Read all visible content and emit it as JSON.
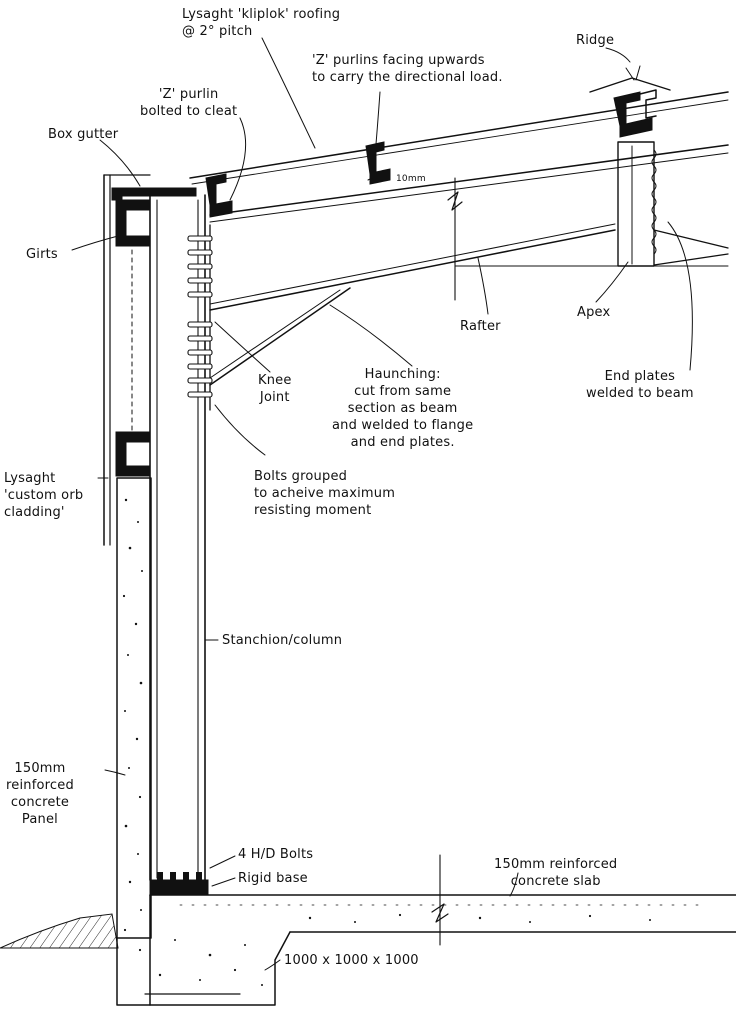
{
  "labels": {
    "roofing": "Lysaght 'kliplok' roofing\n@ 2° pitch",
    "ridge": "Ridge",
    "purlins_upward": "'Z' purlins facing upwards\nto carry the directional load.",
    "z_purlin_cleat": "'Z' purlin\nbolted to cleat",
    "box_gutter": "Box gutter",
    "dim_10mm": "10mm",
    "girts": "Girts",
    "apex": "Apex",
    "rafter": "Rafter",
    "end_plates": "End plates\nwelded to beam",
    "haunching": "Haunching:\ncut from same\nsection as beam\nand welded to flange\nand end plates.",
    "knee_joint": "Knee\nJoint",
    "bolts_grouped": "Bolts grouped\nto acheive maximum\nresisting moment",
    "cladding": "Lysaght\n'custom orb\ncladding'",
    "stanchion": "Stanchion/column",
    "concrete_panel": "150mm\nreinforced\nconcrete\nPanel",
    "hd_bolts": "4 H/D Bolts",
    "rigid_base": "Rigid base",
    "slab": "150mm reinforced\nconcrete slab",
    "footing": "1000 x 1000 x 1000"
  }
}
